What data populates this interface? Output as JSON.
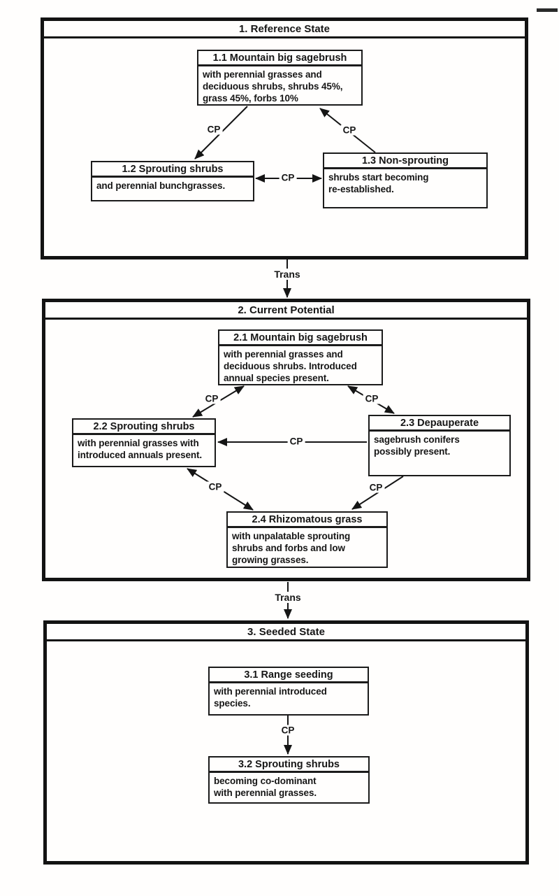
{
  "labels": {
    "cp": "CP",
    "trans": "Trans"
  },
  "sections": [
    {
      "title": "1. Reference State",
      "boxes": [
        {
          "id": "1.1",
          "title": "1.1 Mountain big sagebrush",
          "body": "with perennial grasses and\ndeciduous shrubs, shrubs 45%,\ngrass 45%, forbs 10%"
        },
        {
          "id": "1.2",
          "title": "1.2 Sprouting shrubs",
          "body": "and perennial bunchgrasses."
        },
        {
          "id": "1.3",
          "title": "1.3 Non-sprouting",
          "body": "shrubs start becoming\nre-established."
        }
      ]
    },
    {
      "title": "2. Current Potential",
      "boxes": [
        {
          "id": "2.1",
          "title": "2.1 Mountain big sagebrush",
          "body": "with perennial grasses and\ndeciduous shrubs. Introduced\nannual species present."
        },
        {
          "id": "2.2",
          "title": "2.2 Sprouting shrubs",
          "body": "with perennial grasses with\nintroduced annuals present."
        },
        {
          "id": "2.3",
          "title": "2.3 Depauperate",
          "body": "sagebrush conifers\npossibly present."
        },
        {
          "id": "2.4",
          "title": "2.4 Rhizomatous grass",
          "body": "with unpalatable sprouting\nshrubs and forbs and low\ngrowing grasses."
        }
      ]
    },
    {
      "title": "3. Seeded State",
      "boxes": [
        {
          "id": "3.1",
          "title": "3.1 Range seeding",
          "body": "with perennial introduced\nspecies."
        },
        {
          "id": "3.2",
          "title": "3.2 Sprouting shrubs",
          "body": "becoming co-dominant\nwith perennial grasses."
        }
      ]
    }
  ],
  "connections": [
    {
      "from": "1.1",
      "to": "1.2",
      "label": "CP",
      "bidirectional": false
    },
    {
      "from": "1.3",
      "to": "1.1",
      "label": "CP",
      "bidirectional": false
    },
    {
      "from": "1.2",
      "to": "1.3",
      "label": "CP",
      "bidirectional": true
    },
    {
      "from": "1. Reference State",
      "to": "2. Current Potential",
      "label": "Trans",
      "bidirectional": false
    },
    {
      "from": "2.1",
      "to": "2.2",
      "label": "CP",
      "bidirectional": true
    },
    {
      "from": "2.1",
      "to": "2.3",
      "label": "CP",
      "bidirectional": true
    },
    {
      "from": "2.3",
      "to": "2.2",
      "label": "CP",
      "bidirectional": false
    },
    {
      "from": "2.2",
      "to": "2.4",
      "label": "CP",
      "bidirectional": true
    },
    {
      "from": "2.3",
      "to": "2.4",
      "label": "CP",
      "bidirectional": false
    },
    {
      "from": "2. Current Potential",
      "to": "3. Seeded State",
      "label": "Trans",
      "bidirectional": false
    },
    {
      "from": "3.1",
      "to": "3.2",
      "label": "CP",
      "bidirectional": false
    }
  ]
}
